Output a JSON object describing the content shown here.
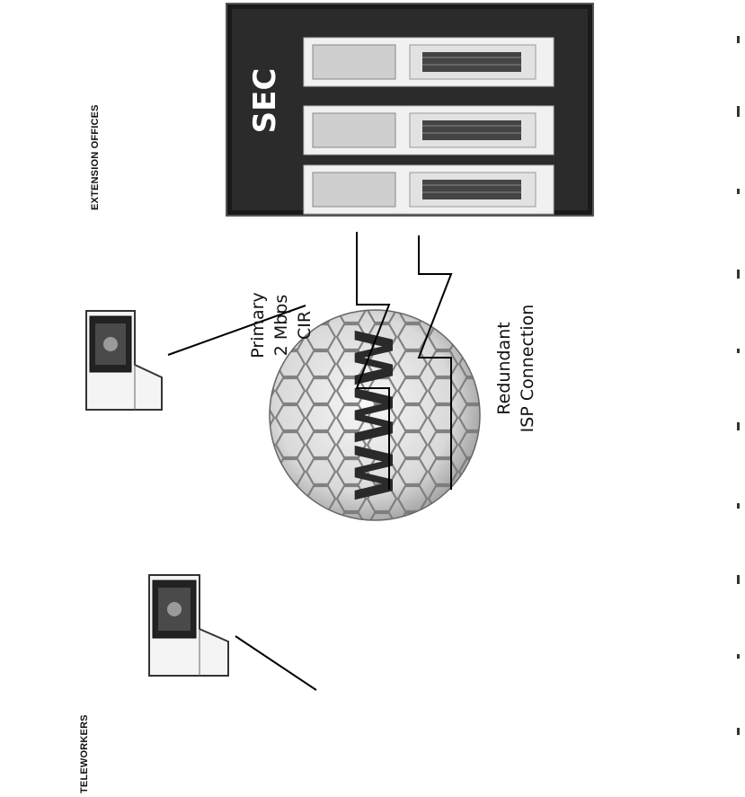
{
  "labels": {
    "extension_offices": "EXTENSION OFFICES",
    "teleworkers": "TELEWORKERS",
    "primary_link": [
      "Primary",
      "2 Mbps",
      "CIR"
    ],
    "redundant_link": [
      "Redundant",
      "ISP Connection"
    ],
    "globe_text": "WWW",
    "server_text": "SEC"
  },
  "icons": {
    "extension_office_laptop": "laptop-icon",
    "teleworker_laptop": "laptop-icon",
    "internet": "globe-icon",
    "datacenter": "server-rack-icon"
  },
  "colors": {
    "rack_body": "#1a1a1a",
    "rack_panel": "#2b2b2b",
    "line": "#000000",
    "globe_light": "#f2f2f2",
    "globe_dark": "#4a4a4a"
  }
}
